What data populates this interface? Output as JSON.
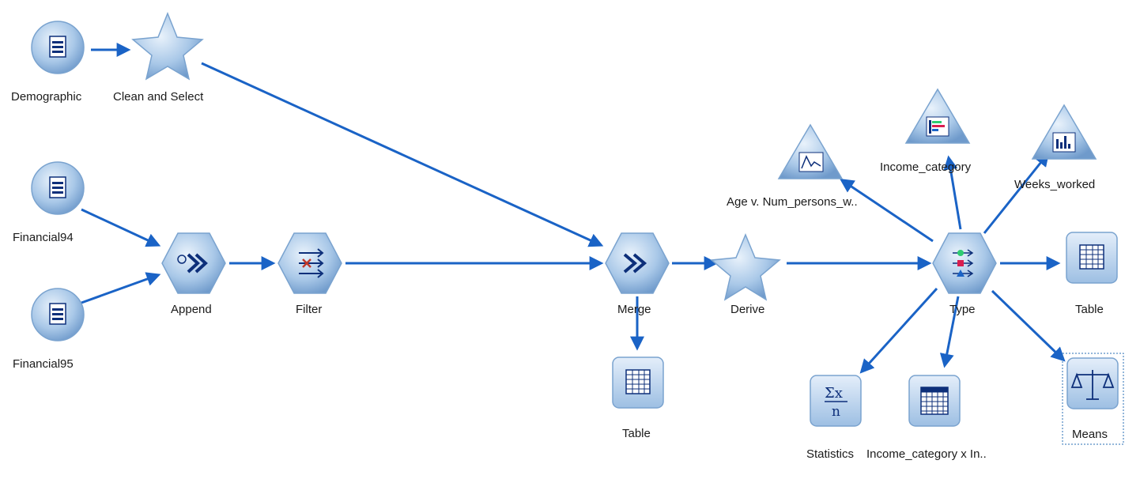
{
  "canvas": {
    "name": "stream-canvas"
  },
  "nodes": {
    "demographic": {
      "label": "Demographic",
      "kind": "source-file"
    },
    "clean_select": {
      "label": "Clean and Select",
      "kind": "supernode-star"
    },
    "financial94": {
      "label": "Financial94",
      "kind": "source-file"
    },
    "financial95": {
      "label": "Financial95",
      "kind": "source-file"
    },
    "append": {
      "label": "Append",
      "kind": "record-op"
    },
    "filter": {
      "label": "Filter",
      "kind": "field-op"
    },
    "merge": {
      "label": "Merge",
      "kind": "record-op"
    },
    "table_merge": {
      "label": "Table",
      "kind": "output"
    },
    "derive": {
      "label": "Derive",
      "kind": "field-op-star"
    },
    "type": {
      "label": "Type",
      "kind": "field-op"
    },
    "age_plot": {
      "label": "Age v. Num_persons_w..",
      "kind": "graph"
    },
    "income_cat": {
      "label": "Income_category",
      "kind": "graph"
    },
    "weeks_worked": {
      "label": "Weeks_worked",
      "kind": "graph"
    },
    "table_type": {
      "label": "Table",
      "kind": "output"
    },
    "statistics": {
      "label": "Statistics",
      "kind": "output"
    },
    "income_matrix": {
      "label": "Income_category x In..",
      "kind": "output"
    },
    "means": {
      "label": "Means",
      "kind": "output",
      "selected": true
    }
  },
  "colors": {
    "link": "#1a63c6",
    "node_fill": "#b6d0ea",
    "node_stroke": "#7aa3cf",
    "icon": "#0d2f7a"
  }
}
